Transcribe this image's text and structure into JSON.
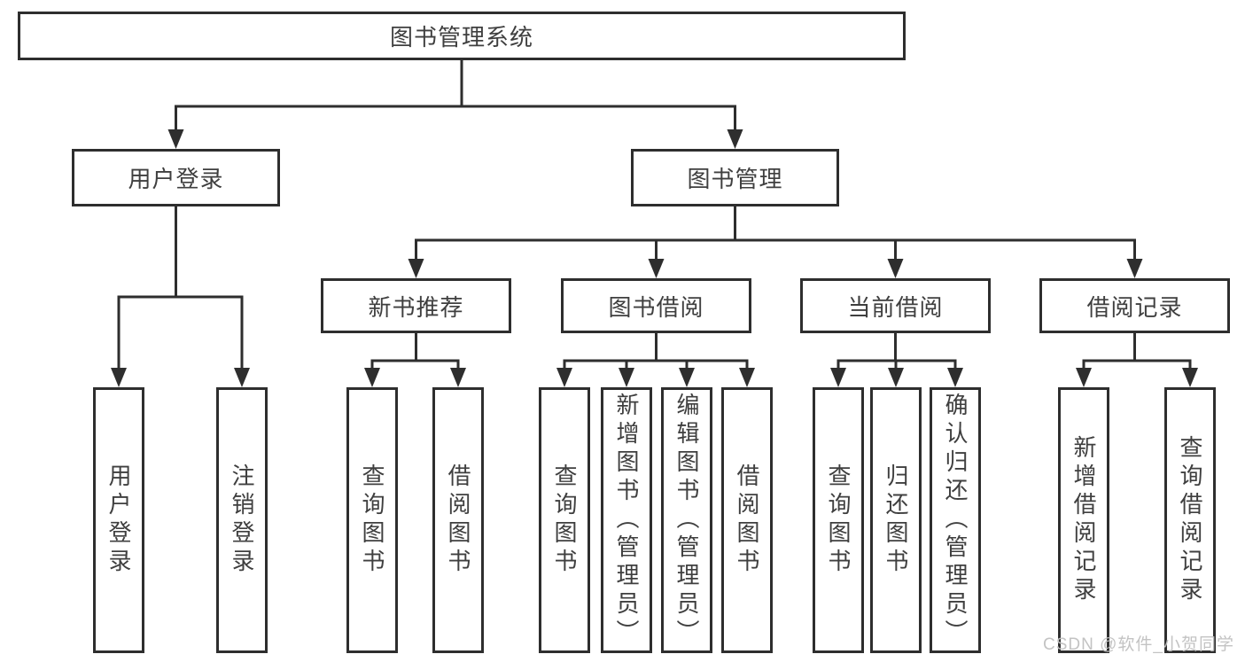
{
  "diagram": {
    "title": "图书管理系统",
    "type": "hierarchy-tree",
    "colors": {
      "line": "#2e2e2e",
      "text": "#3f3f3f",
      "watermark": "#c0c0c0",
      "background": "#ffffff"
    },
    "nodes": {
      "root": "图书管理系统",
      "user_login": "用户登录",
      "book_mgmt": "图书管理",
      "new_book_rec": "新书推荐",
      "book_borrow": "图书借阅",
      "current_borrow": "当前借阅",
      "borrow_records": "借阅记录",
      "leaf_user_login": "用户登录",
      "leaf_logout": "注销登录",
      "leaf_nb_query": "查询图书",
      "leaf_nb_borrow": "借阅图书",
      "leaf_bb_query": "查询图书",
      "leaf_bb_add": "新增图书（管理员）",
      "leaf_bb_edit": "编辑图书（管理员）",
      "leaf_bb_borrow": "借阅图书",
      "leaf_cb_query": "查询图书",
      "leaf_cb_return": "归还图书",
      "leaf_cb_confirm": "确认归还（管理员）",
      "leaf_rec_add": "新增借阅记录",
      "leaf_rec_query": "查询借阅记录"
    },
    "edges": [
      {
        "from": "root",
        "to": [
          "user_login",
          "book_mgmt"
        ]
      },
      {
        "from": "user_login",
        "to": [
          "leaf_user_login",
          "leaf_logout"
        ]
      },
      {
        "from": "book_mgmt",
        "to": [
          "new_book_rec",
          "book_borrow",
          "current_borrow",
          "borrow_records"
        ]
      },
      {
        "from": "new_book_rec",
        "to": [
          "leaf_nb_query",
          "leaf_nb_borrow"
        ]
      },
      {
        "from": "book_borrow",
        "to": [
          "leaf_bb_query",
          "leaf_bb_add",
          "leaf_bb_edit",
          "leaf_bb_borrow"
        ]
      },
      {
        "from": "current_borrow",
        "to": [
          "leaf_cb_query",
          "leaf_cb_return",
          "leaf_cb_confirm"
        ]
      },
      {
        "from": "borrow_records",
        "to": [
          "leaf_rec_add",
          "leaf_rec_query"
        ]
      }
    ],
    "watermark": "CSDN @软件_小贺同学"
  }
}
